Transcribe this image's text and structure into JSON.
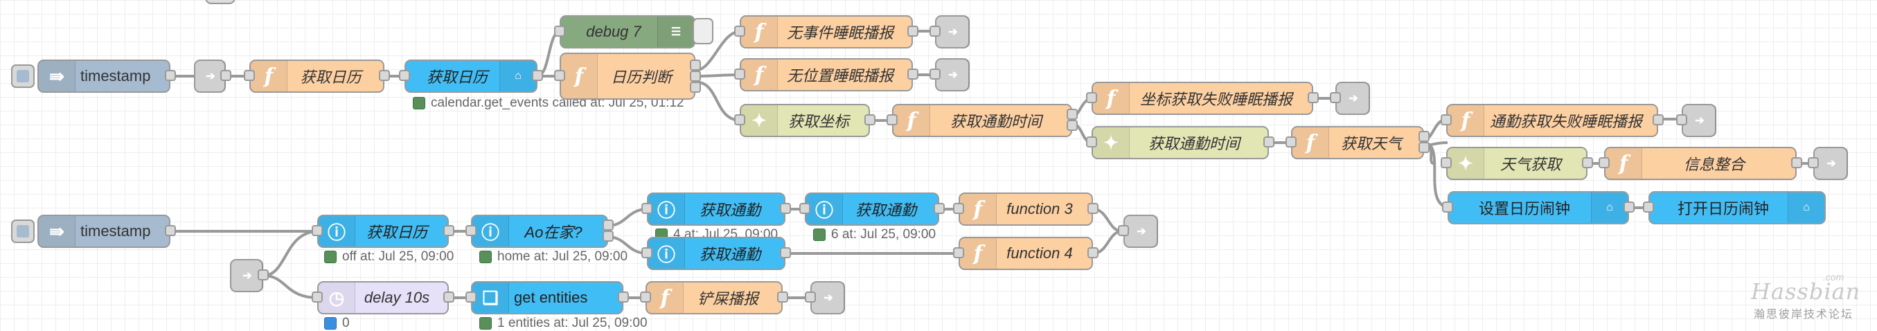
{
  "nodes": {
    "top_inject_stub": {},
    "debug7": {
      "label": "debug 7"
    },
    "ts1": {
      "label": "timestamp"
    },
    "fn_get_cal": {
      "label": "获取日历"
    },
    "ha_get_cal": {
      "label": "获取日历",
      "status": "calendar.get_events called at: Jul 25, 01:12"
    },
    "fn_cal_judge": {
      "label": "日历判断"
    },
    "fn_no_event": {
      "label": "无事件睡眠播报"
    },
    "fn_no_loc": {
      "label": "无位置睡眠播报"
    },
    "geo_coord": {
      "label": "获取坐标"
    },
    "fn_commute_time": {
      "label": "获取通勤时间"
    },
    "fn_coord_fail": {
      "label": "坐标获取失败睡眠播报"
    },
    "geo_commute": {
      "label": "获取通勤时间"
    },
    "fn_weather": {
      "label": "获取天气"
    },
    "fn_commute_fail": {
      "label": "通勤获取失败睡眠播报"
    },
    "geo_weather": {
      "label": "天气获取"
    },
    "fn_info": {
      "label": "信息整合"
    },
    "ha_set_alarm": {
      "label": "设置日历闹钟"
    },
    "ha_open_alarm": {
      "label": "打开日历闹钟"
    },
    "ts2": {
      "label": "timestamp"
    },
    "ha_get_cal2": {
      "label": "获取日历",
      "status": "off at: Jul 25, 09:00"
    },
    "ha_ao_home": {
      "label": "Ao在家?",
      "status": "home at: Jul 25, 09:00"
    },
    "ha_commute_a": {
      "label": "获取通勤",
      "status": "4 at: Jul 25, 09:00"
    },
    "ha_commute_b": {
      "label": "获取通勤",
      "status": "6 at: Jul 25, 09:00"
    },
    "ha_commute_c": {
      "label": "获取通勤"
    },
    "fn3": {
      "label": "function 3"
    },
    "fn4": {
      "label": "function 4"
    },
    "delay": {
      "label": "delay 10s",
      "status": "0"
    },
    "ha_entities": {
      "label": "get entities",
      "status": "1 entities at: Jul 25, 09:00"
    },
    "fn_shovel": {
      "label": "铲屎播报"
    }
  },
  "icons": {
    "inject": "arrow-right-icon",
    "function": "function-f-icon",
    "ha_service": "router-icon",
    "ha_state": "info-icon",
    "link": "link-out-icon",
    "geo": "globe-icon",
    "debug": "list-icon",
    "delay": "clock-icon"
  },
  "colors": {
    "function": "#fdd0a2",
    "ha": "#41bdf5",
    "link": "#dddddd",
    "geo": "#e2e6b4",
    "debug": "#87a980",
    "delay": "#e6e0f8",
    "inject": "#a6bbcf",
    "wire": "#999999"
  },
  "watermark": {
    "brand": "Hassbian",
    "com": ".com",
    "subtitle": "瀚思彼岸技术论坛"
  }
}
